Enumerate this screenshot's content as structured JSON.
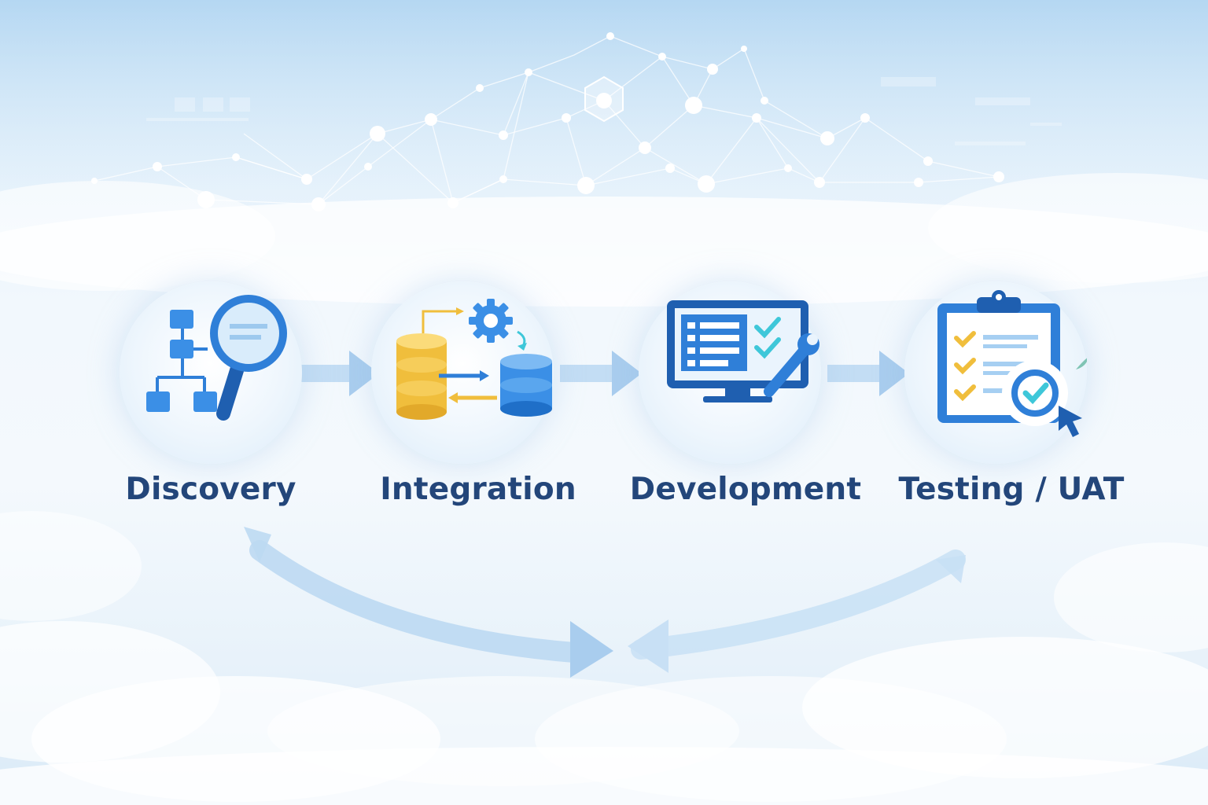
{
  "diagram": {
    "stages": [
      {
        "id": "discovery",
        "label": "Discovery",
        "icon": "hierarchy-magnifier-icon"
      },
      {
        "id": "integration",
        "label": "Integration",
        "icon": "database-gear-sync-icon"
      },
      {
        "id": "development",
        "label": "Development",
        "icon": "monitor-wrench-icon"
      },
      {
        "id": "testing",
        "label": "Testing / UAT",
        "icon": "clipboard-checklist-icon"
      }
    ],
    "colors": {
      "label": "#23467a",
      "primary_blue": "#2f7fd8",
      "dark_blue": "#1f5fb0",
      "gold": "#f0be3c",
      "teal_check": "#3ec7d9",
      "arrow": "#a9cdee"
    }
  }
}
